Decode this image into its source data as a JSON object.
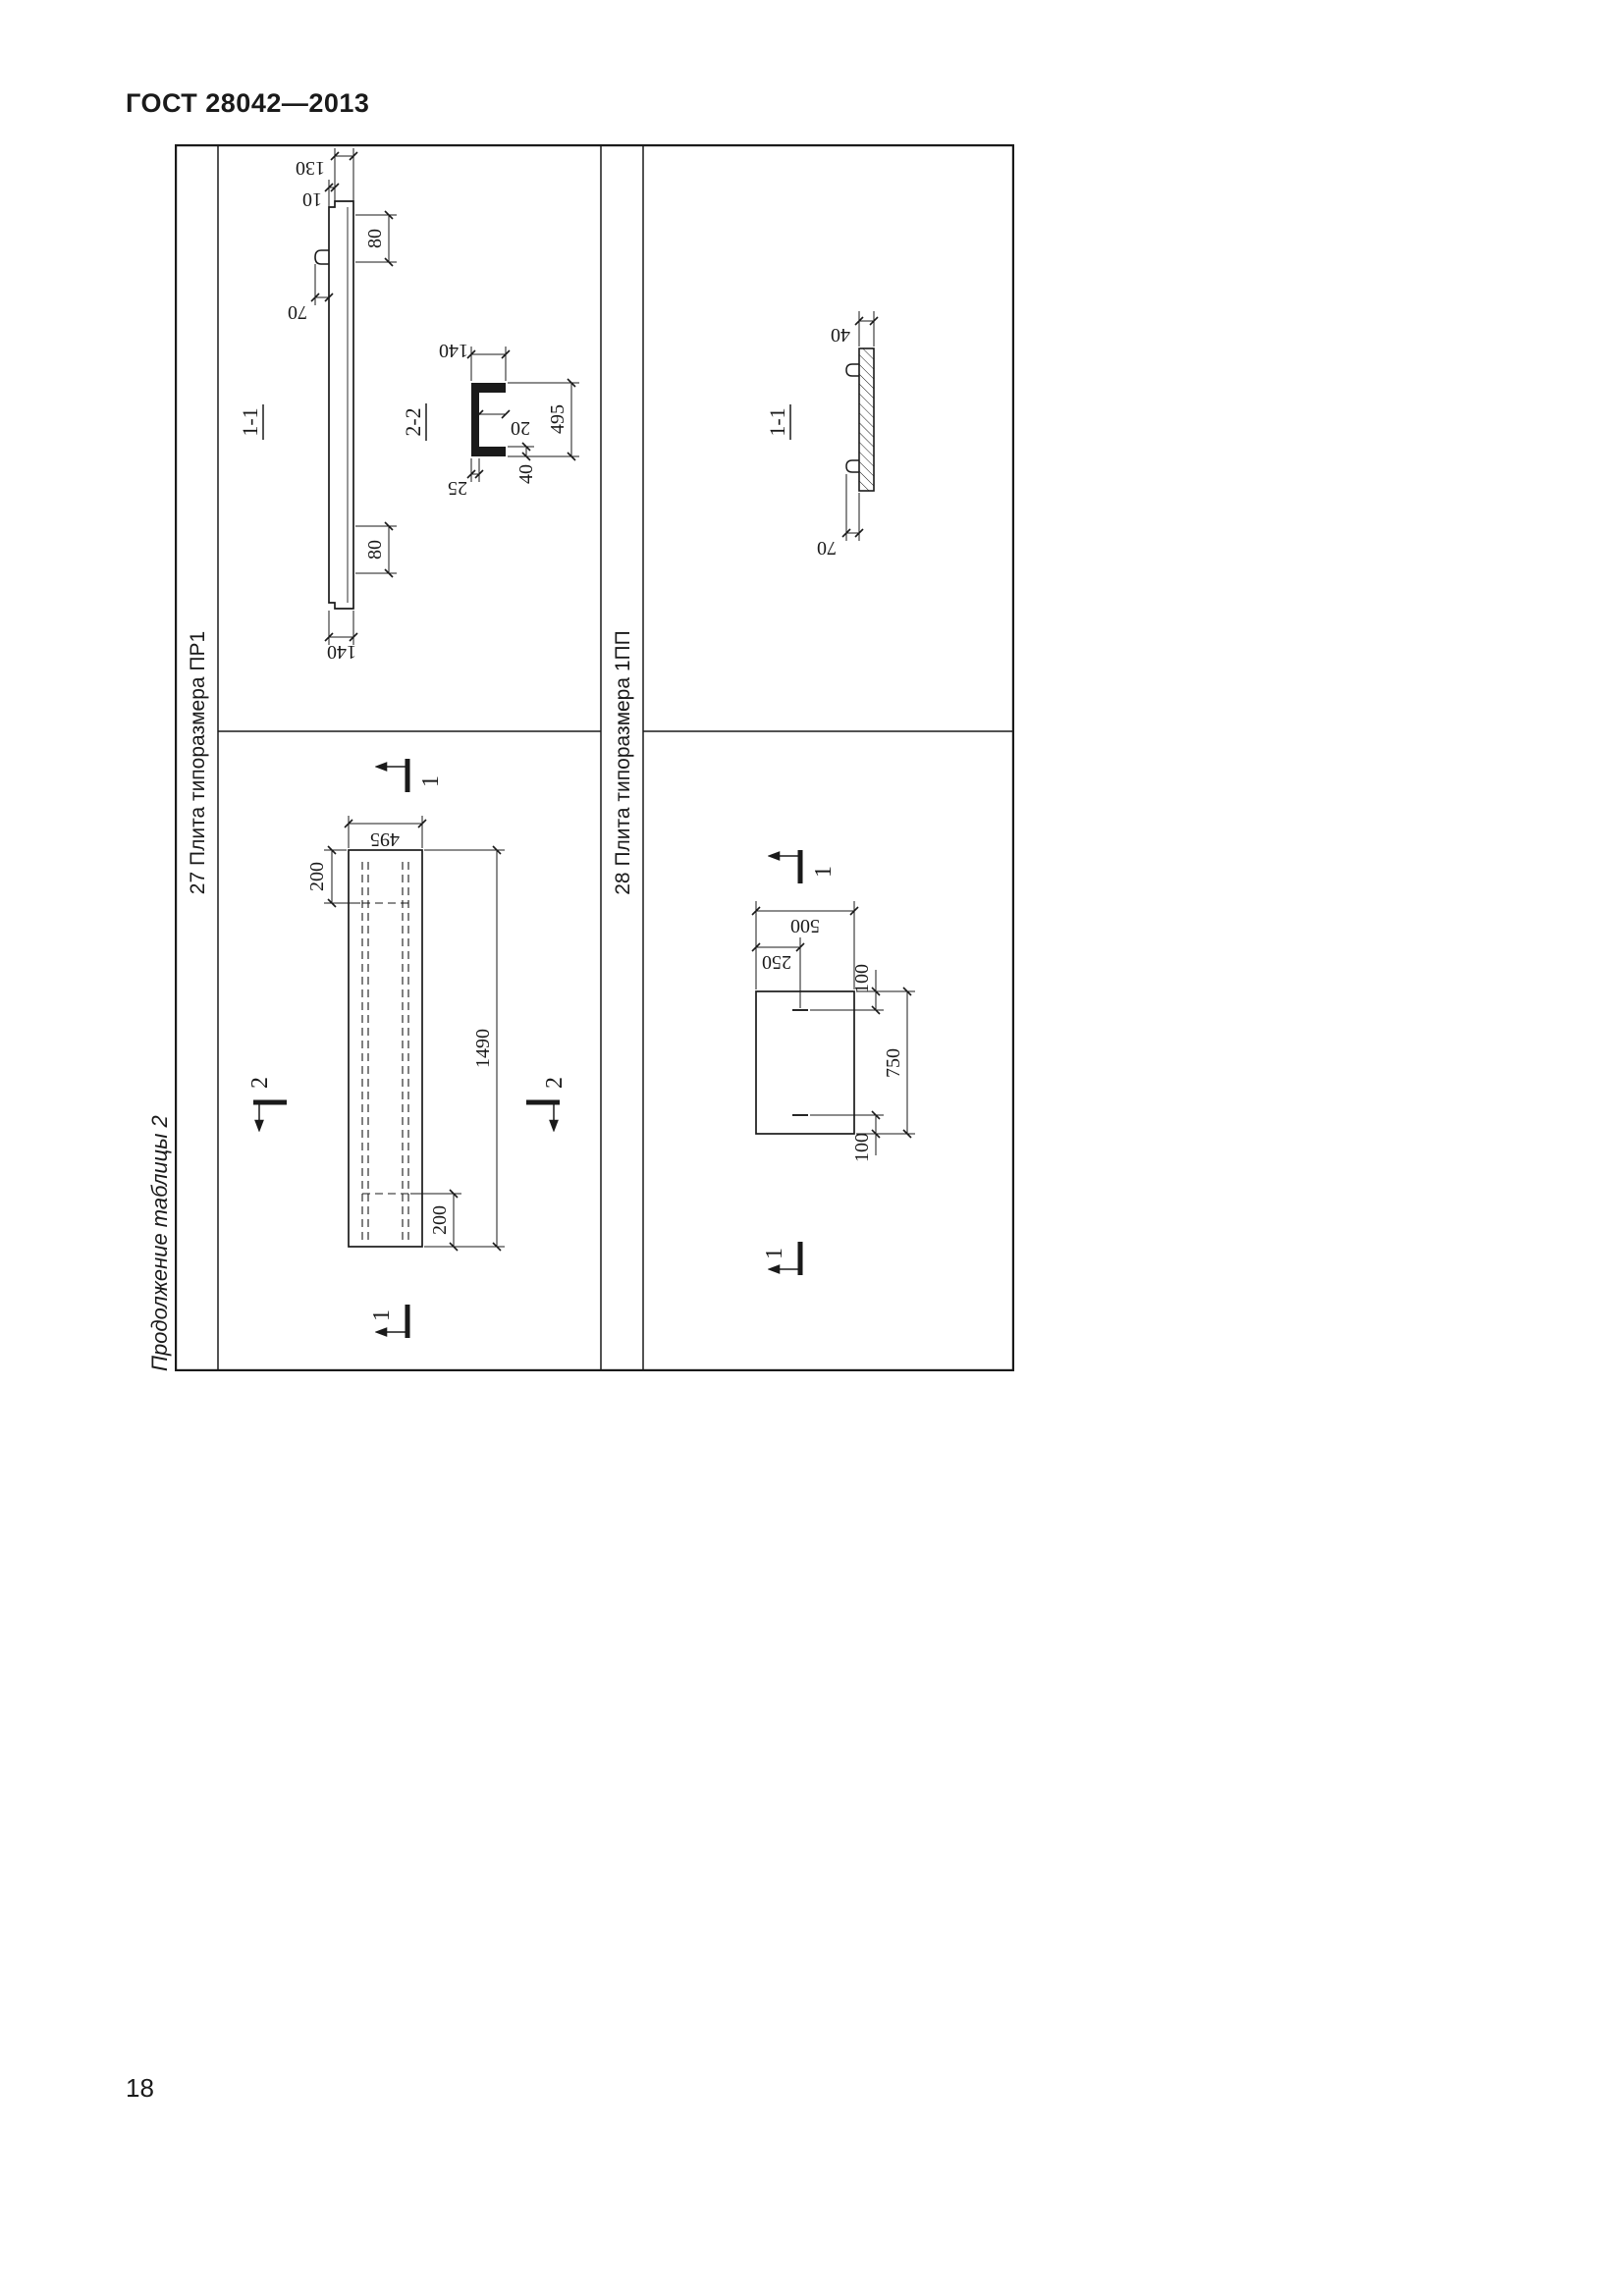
{
  "style": {
    "ink": "#1a1a1a",
    "paper": "#ffffff"
  },
  "header": {
    "title": "ГОСТ 28042—2013"
  },
  "footer": {
    "page_number": "18"
  },
  "table": {
    "caption": "Продолжение таблицы 2",
    "rows": [
      {
        "title": "27 Плита типоразмера ПР1",
        "plan": {
          "dim_length": "1490",
          "dim_width": "495",
          "dim_end_left": "200",
          "dim_end_right": "200",
          "cut_1": "1",
          "cut_2": "2"
        },
        "section_1_1": {
          "label": "1-1",
          "dim_height_total": "140",
          "dim_height_main": "130",
          "dim_rebate": "10",
          "dim_loop_height": "70",
          "dim_end_left": "80",
          "dim_end_right": "80"
        },
        "section_2_2": {
          "label": "2-2",
          "dim_width": "495",
          "dim_slab": "25",
          "dim_web": "20",
          "dim_rib": "40",
          "dim_height": "140"
        }
      },
      {
        "title": "28 Плита типоразмера 1ПП",
        "plan": {
          "dim_length": "750",
          "dim_width": "500",
          "dim_half_width": "250",
          "dim_loop_left": "100",
          "dim_loop_right": "100",
          "cut_1": "1"
        },
        "section_1_1": {
          "label": "1-1",
          "dim_thickness": "40",
          "dim_loop_height": "70"
        }
      }
    ]
  }
}
